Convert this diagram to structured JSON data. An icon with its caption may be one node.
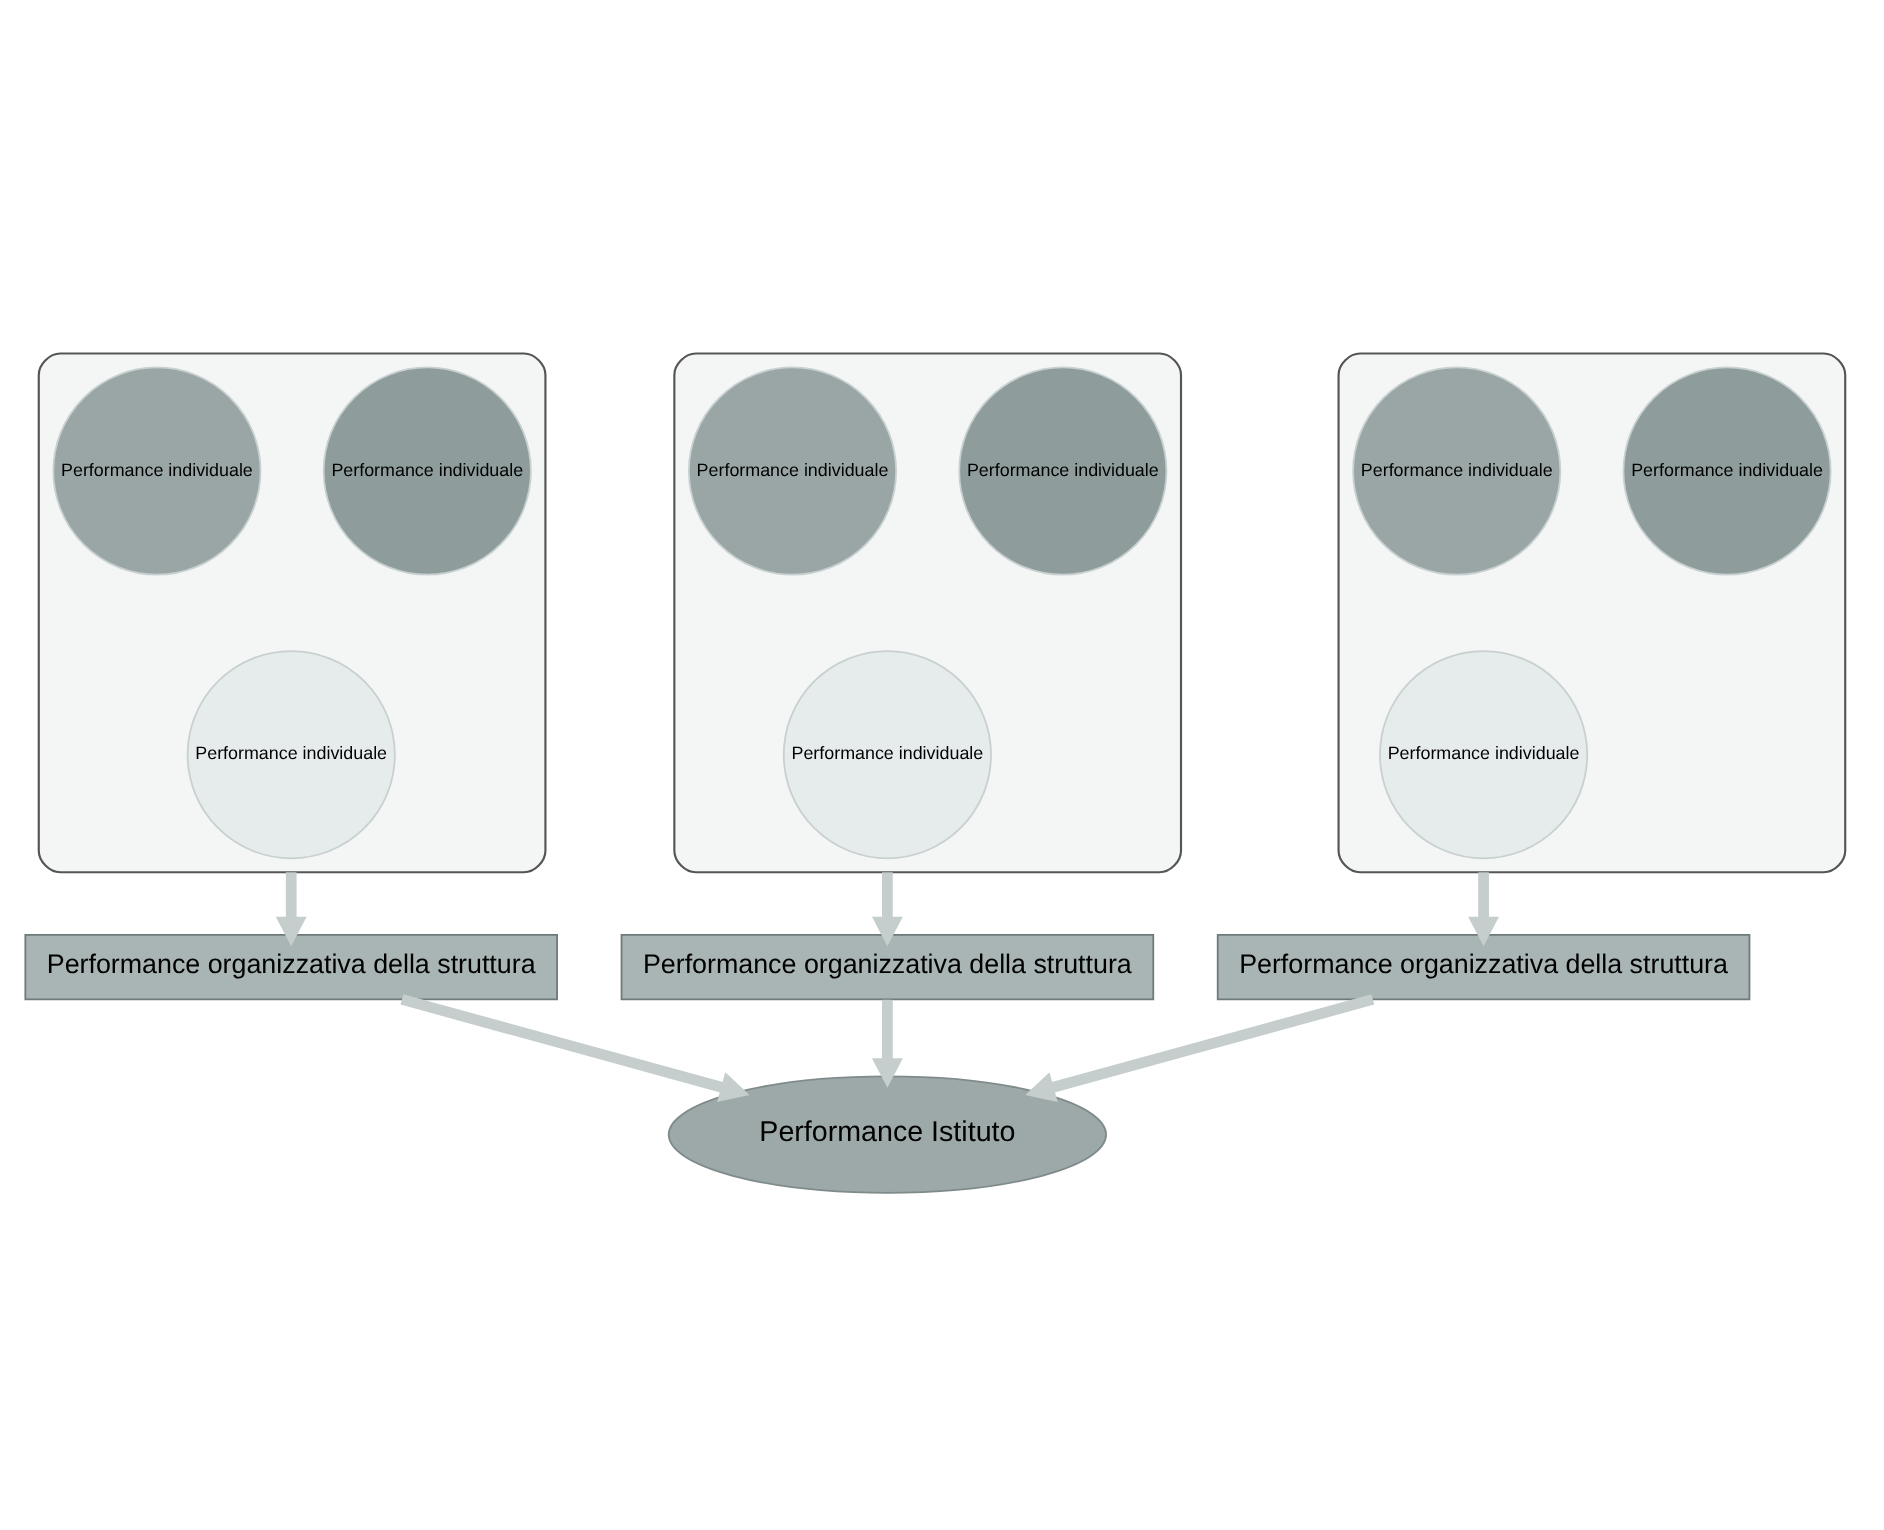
{
  "diagram": {
    "nodes": [
      {
        "text": [],
        "shape": "funnel"
      },
      {
        "text": [
          "Performance individuale"
        ],
        "in": 0
      },
      {
        "text": [
          "Performance individuale"
        ],
        "in": 0
      },
      {
        "text": [
          "Performance individuale"
        ],
        "in": 0
      },
      {
        "text": [],
        "shape": "funnel"
      },
      {
        "text": [
          "Performance individuale"
        ],
        "in": 4
      },
      {
        "text": [
          "Performance individuale"
        ],
        "in": 4
      },
      {
        "text": [
          "Performance individuale"
        ],
        "in": 4
      },
      {
        "text": [],
        "shape": "funnel"
      },
      {
        "text": [
          "Performance individuale"
        ],
        "in": 8
      },
      {
        "text": [
          "Performance individuale"
        ],
        "in": 8
      },
      {
        "text": [
          "Performance individuale"
        ],
        "in": 8
      },
      {
        "text": [
          "Performance organizzativa della struttura"
        ]
      },
      {
        "text": [
          "Performance organizzativa della struttura"
        ]
      },
      {
        "text": [
          "Performance organizzativa della struttura"
        ]
      },
      {
        "text": [
          "Performance Istituto"
        ]
      }
    ],
    "edges": [
      {
        "from": 0,
        "to": 12,
        "arrow": "to"
      },
      {
        "from": 4,
        "to": 13,
        "arrow": "to"
      },
      {
        "from": 8,
        "to": 14,
        "arrow": "to"
      },
      {
        "from": 12,
        "to": 15,
        "arrow": "to"
      },
      {
        "from": 13,
        "to": 15,
        "arrow": "to"
      },
      {
        "from": 14,
        "to": 15,
        "arrow": "to"
      }
    ]
  }
}
